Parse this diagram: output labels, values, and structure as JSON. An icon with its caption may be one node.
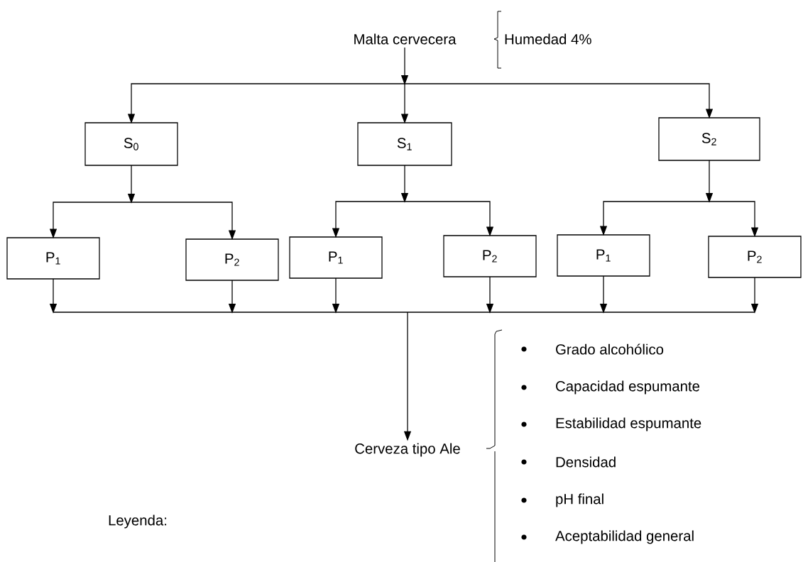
{
  "diagram": {
    "nodes": [
      {
        "text": [
          "Malta cervecera"
        ],
        "beside": [
          "Humedad  4%"
        ]
      },
      {
        "text": [
          "S$_{0}$"
        ]
      },
      {
        "text": [
          "S$_{1}$"
        ]
      },
      {
        "text": [
          "S$_{2}$"
        ]
      },
      {
        "text": [
          "P$_{1}$"
        ]
      },
      {
        "text": [
          "P$_{2}$"
        ]
      },
      {
        "text": [
          "P$_{1}$"
        ]
      },
      {
        "text": [
          "P$_{2}$"
        ]
      },
      {
        "text": [
          "P$_{1}$"
        ]
      },
      {
        "text": [
          "P$_{2}$"
        ]
      },
      {
        "text": [
          "Cerveza tipo Ale"
        ]
      }
    ],
    "edges": [
      {
        "from": 0,
        "to": 1,
        "arrow": "to"
      },
      {
        "from": 0,
        "to": 2,
        "arrow": "to"
      },
      {
        "from": 0,
        "to": 3,
        "arrow": "to"
      },
      {
        "from": 1,
        "to": 4,
        "arrow": "to"
      },
      {
        "from": 1,
        "to": 5,
        "arrow": "to"
      },
      {
        "from": 2,
        "to": 6,
        "arrow": "to"
      },
      {
        "from": 2,
        "to": 7,
        "arrow": "to"
      },
      {
        "from": 3,
        "to": 8,
        "arrow": "to"
      },
      {
        "from": 3,
        "to": 9,
        "arrow": "to"
      },
      {
        "from": 4,
        "to": 10,
        "arrow": "to"
      },
      {
        "from": 5,
        "to": 10,
        "arrow": "to"
      },
      {
        "from": 6,
        "to": 10,
        "arrow": "to"
      },
      {
        "from": 7,
        "to": 10,
        "arrow": "to"
      },
      {
        "from": 8,
        "to": 10,
        "arrow": "to"
      },
      {
        "from": 9,
        "to": 10,
        "arrow": "to"
      }
    ],
    "labels": [
      "Grado alcohólico",
      "Capacidad espumante",
      "Estabilidad espumante",
      "Densidad",
      "pH final",
      "Aceptabilidad general",
      "Leyenda:"
    ]
  }
}
